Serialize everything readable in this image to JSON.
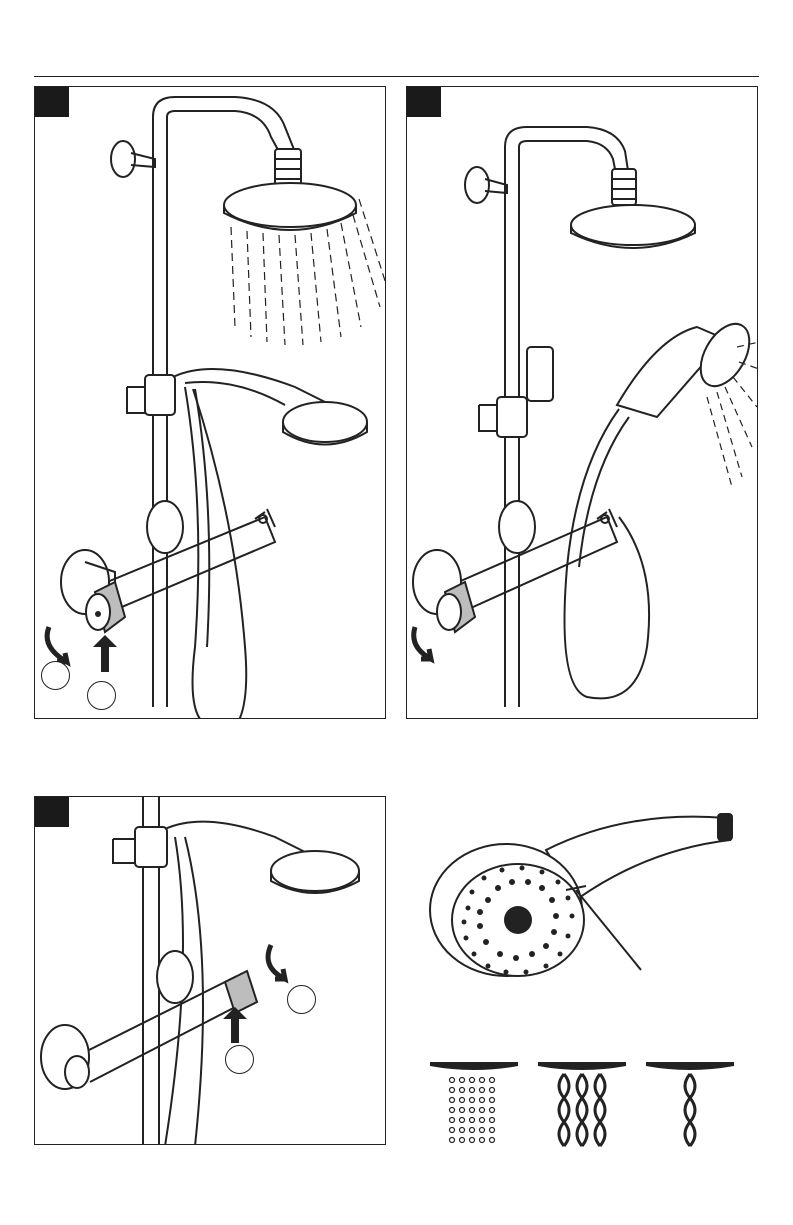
{
  "page": {
    "panels": [
      {
        "id": "panel-1",
        "step": "",
        "callouts": [
          "",
          ""
        ]
      },
      {
        "id": "panel-2",
        "step": ""
      },
      {
        "id": "panel-3",
        "step": "",
        "callouts": [
          "",
          ""
        ]
      }
    ],
    "spray_modes": [
      "rain",
      "massage",
      "jet"
    ],
    "colors": {
      "line": "#222222",
      "fill": "#ffffff",
      "shade": "#bdbdbd",
      "tab": "#1a1a1a"
    },
    "icons": [
      "shower-column-icon",
      "rain-showerhead-icon",
      "hand-shower-icon",
      "rotate-arrow-icon",
      "push-arrow-icon",
      "thermostat-icon"
    ]
  }
}
